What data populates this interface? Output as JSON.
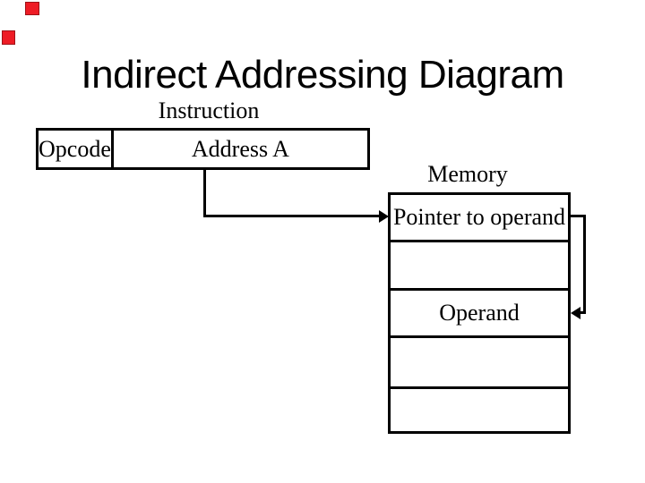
{
  "slide": {
    "title": "Indirect Addressing Diagram",
    "instruction": {
      "label": "Instruction",
      "opcode": "Opcode",
      "address": "Address A"
    },
    "memory": {
      "label": "Memory",
      "rows": [
        "Pointer to operand",
        "",
        "Operand",
        "",
        ""
      ]
    },
    "decorations": {
      "red_square_color": "#ee1c25",
      "line_color": "#000000",
      "background_color": "#ffffff"
    }
  }
}
